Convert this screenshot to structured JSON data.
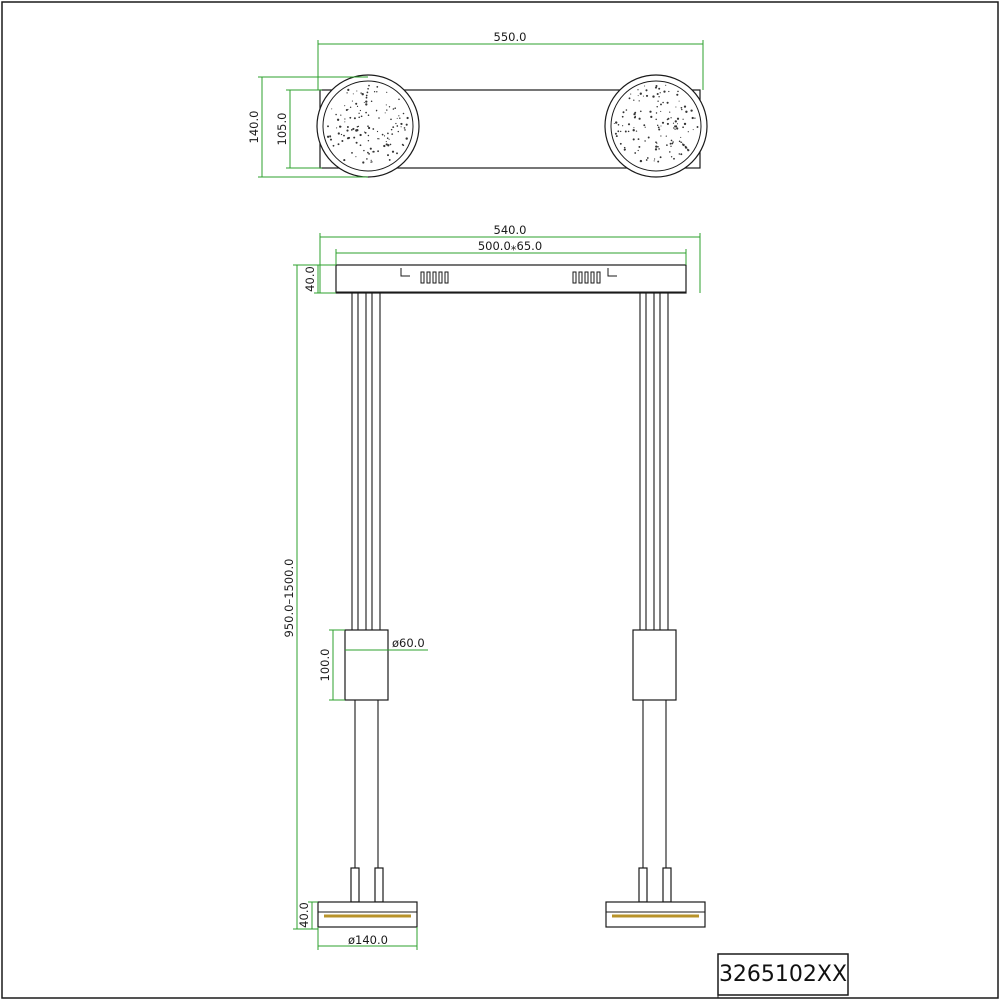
{
  "dimensions": {
    "top_width": "550.0",
    "top_outer_height": "140.0",
    "top_inner_height": "105.0",
    "canopy_width": "540.0",
    "canopy_inner": "500.0⁎65.0",
    "canopy_height": "40.0",
    "height_range": "950.0–1500.0",
    "body_height": "100.0",
    "body_diameter": "ø60.0",
    "shade_height": "40.0",
    "shade_diameter": "ø140.0"
  },
  "model_number": "3265102XX",
  "colors": {
    "dimension_line": "#2ea02e",
    "outline": "#1a1a1a",
    "shade_band": "#b8932a"
  }
}
